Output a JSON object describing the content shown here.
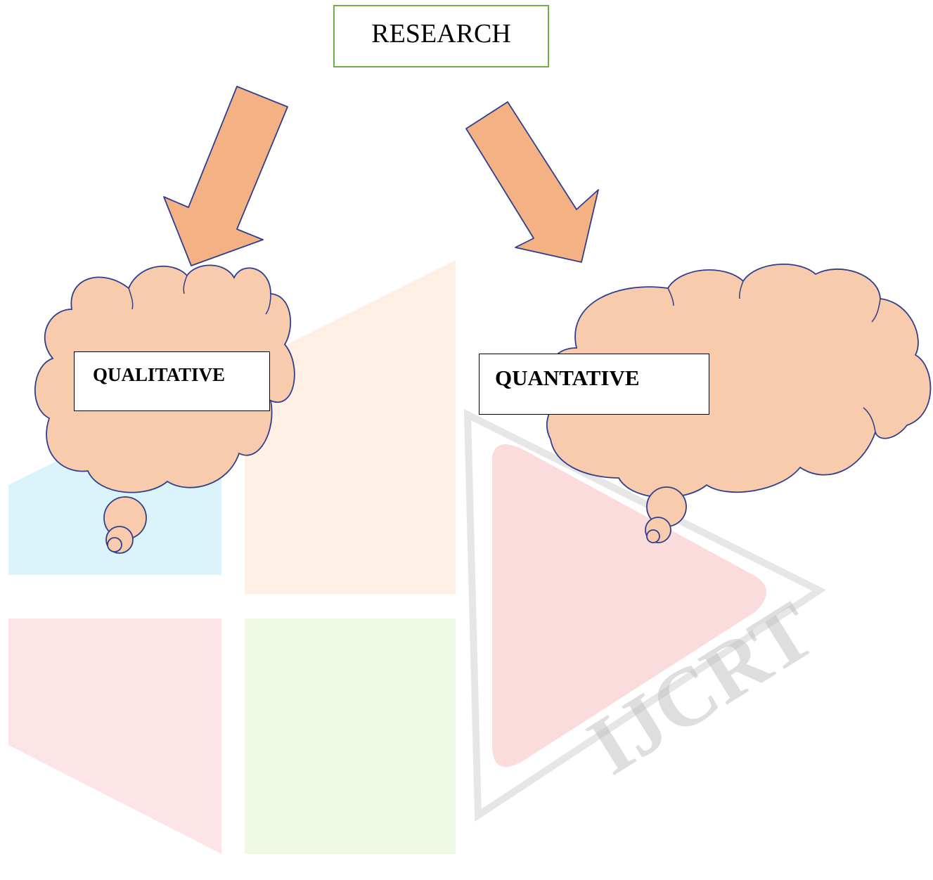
{
  "diagram": {
    "root": {
      "label": "RESEARCH"
    },
    "branches": [
      {
        "label": "QUALITATIVE"
      },
      {
        "label": "QUANTATIVE"
      }
    ],
    "watermark": {
      "text": "IJCRT"
    }
  },
  "colors": {
    "arrow_fill": "#f4b183",
    "cloud_fill": "#f8cbad",
    "outline": "#2f3f8f",
    "root_border": "#70ad47"
  },
  "icons": [
    "down-left-arrow-icon",
    "down-right-arrow-icon",
    "thought-cloud-icon"
  ]
}
